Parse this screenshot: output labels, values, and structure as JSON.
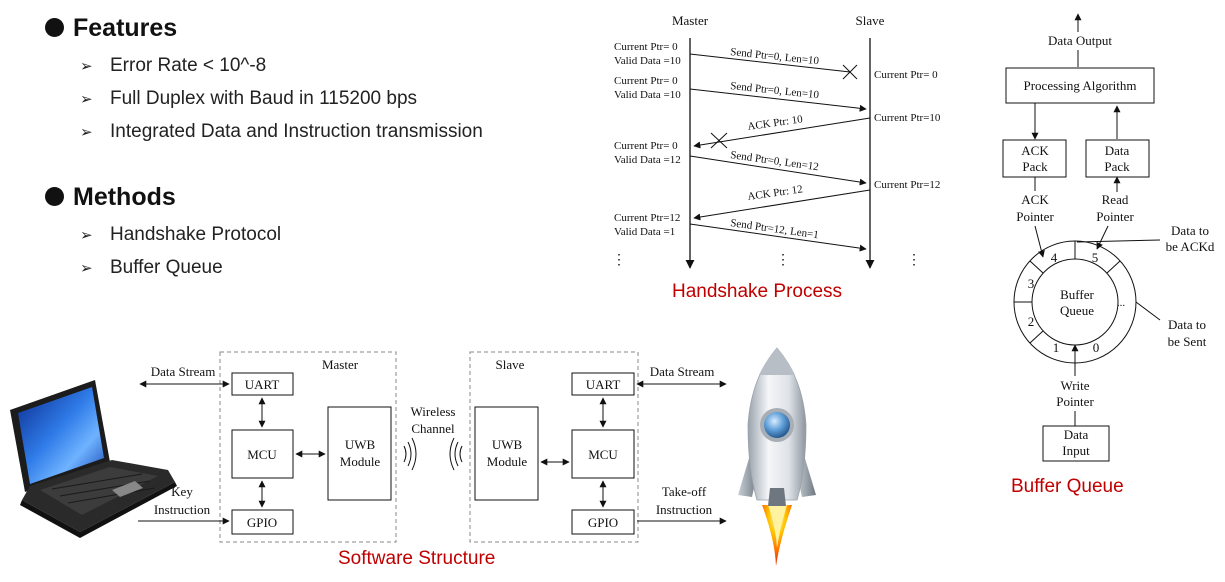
{
  "features": {
    "heading": "Features",
    "items": [
      "Error Rate < 10^-8",
      "Full Duplex with Baud in 115200 bps",
      "Integrated Data and Instruction transmission"
    ]
  },
  "methods": {
    "heading": "Methods",
    "items": [
      "Handshake  Protocol",
      "Buffer Queue"
    ]
  },
  "handshake": {
    "caption": "Handshake  Process",
    "master_label": "Master",
    "slave_label": "Slave",
    "m1a": "Current Ptr= 0",
    "m1b": "Valid Data =10",
    "m2a": "Current Ptr= 0",
    "m2b": "Valid Data =10",
    "m3a": "Current Ptr= 0",
    "m3b": "Valid Data =12",
    "m4a": "Current Ptr=12",
    "m4b": "Valid Data =1",
    "s1": "Current Ptr= 0",
    "s2": "Current Ptr=10",
    "s3": "Current Ptr=12",
    "msg1": "Send Ptr=0,  Len=10",
    "msg2": "Send Ptr=0,  Len=10",
    "msg3": "ACK Ptr: 10",
    "msg4": "Send Ptr=0,  Len=12",
    "msg5": "ACK Ptr: 12",
    "msg6": "Send Ptr=12,  Len=1",
    "dots": "⋮"
  },
  "buffer": {
    "caption": "Buffer Queue",
    "data_output": "Data Output",
    "processing": "Processing Algorithm",
    "ack_pack": [
      "ACK",
      "Pack"
    ],
    "data_pack": [
      "Data",
      "Pack"
    ],
    "ack_pointer": [
      "ACK",
      "Pointer"
    ],
    "read_pointer": [
      "Read",
      "Pointer"
    ],
    "queue_label": [
      "Buffer",
      "Queue"
    ],
    "to_ack": [
      "Data to",
      "be ACKd"
    ],
    "to_send": [
      "Data to",
      "be Sent"
    ],
    "write_pointer": [
      "Write",
      "Pointer"
    ],
    "data_input": [
      "Data",
      "Input"
    ],
    "slots": [
      "4",
      "5",
      "3",
      "2",
      "1",
      "0",
      "..."
    ]
  },
  "software": {
    "caption": "Software Structure",
    "master_label": "Master",
    "slave_label": "Slave",
    "uart": "UART",
    "mcu": "MCU",
    "gpio": "GPIO",
    "uwb": [
      "UWB",
      "Module"
    ],
    "wireless": [
      "Wireless",
      "Channel"
    ],
    "data_stream_left": "Data Stream",
    "data_stream_right": "Data Stream",
    "key_instruction": [
      "Key",
      "Instruction"
    ],
    "takeoff_instruction": [
      "Take-off",
      "Instruction"
    ]
  },
  "colors": {
    "accent_caption": "#c00000",
    "ink": "#111111"
  }
}
